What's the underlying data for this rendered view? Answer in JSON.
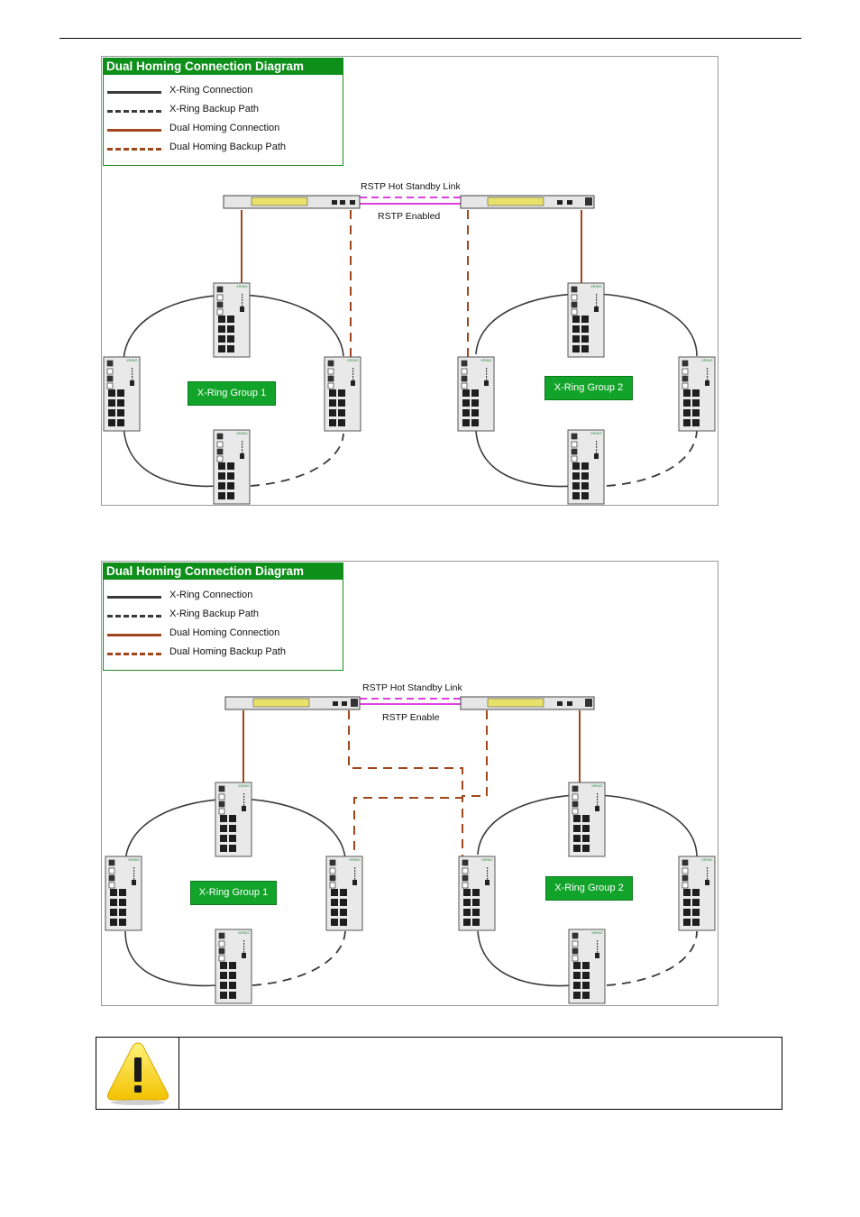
{
  "diagrams": [
    {
      "legend": {
        "title": "Dual Homing Connection Diagram",
        "items": [
          {
            "label": "X-Ring Connection",
            "style": "solid-black"
          },
          {
            "label": "X-Ring Backup Path",
            "style": "dash-black"
          },
          {
            "label": "Dual Homing Connection",
            "style": "solid-brown"
          },
          {
            "label": "Dual Homing Backup Path",
            "style": "dash-brown"
          }
        ]
      },
      "standby_link_label": "RSTP Hot Standby Link",
      "rstp_label": "RSTP Enabled",
      "group1_label": "X-Ring Group 1",
      "group2_label": "X-Ring Group 2",
      "switch_brand": "XRING"
    },
    {
      "legend": {
        "title": "Dual Homing Connection Diagram",
        "items": [
          {
            "label": "X-Ring Connection",
            "style": "solid-black"
          },
          {
            "label": "X-Ring Backup Path",
            "style": "dash-black"
          },
          {
            "label": "Dual Homing Connection",
            "style": "solid-brown"
          },
          {
            "label": "Dual Homing Backup Path",
            "style": "dash-brown"
          }
        ]
      },
      "standby_link_label": "RSTP Hot Standby Link",
      "rstp_label": "RSTP Enable",
      "group1_label": "X-Ring Group 1",
      "group2_label": "X-Ring Group 2",
      "switch_brand": "XRING"
    }
  ],
  "colors": {
    "xring": "#3a3a3a",
    "dual_homing": "#a0461c",
    "rstp": "#e040e0",
    "badge": "#12a42a"
  },
  "caution": {
    "icon": "warning-icon",
    "text": ""
  }
}
